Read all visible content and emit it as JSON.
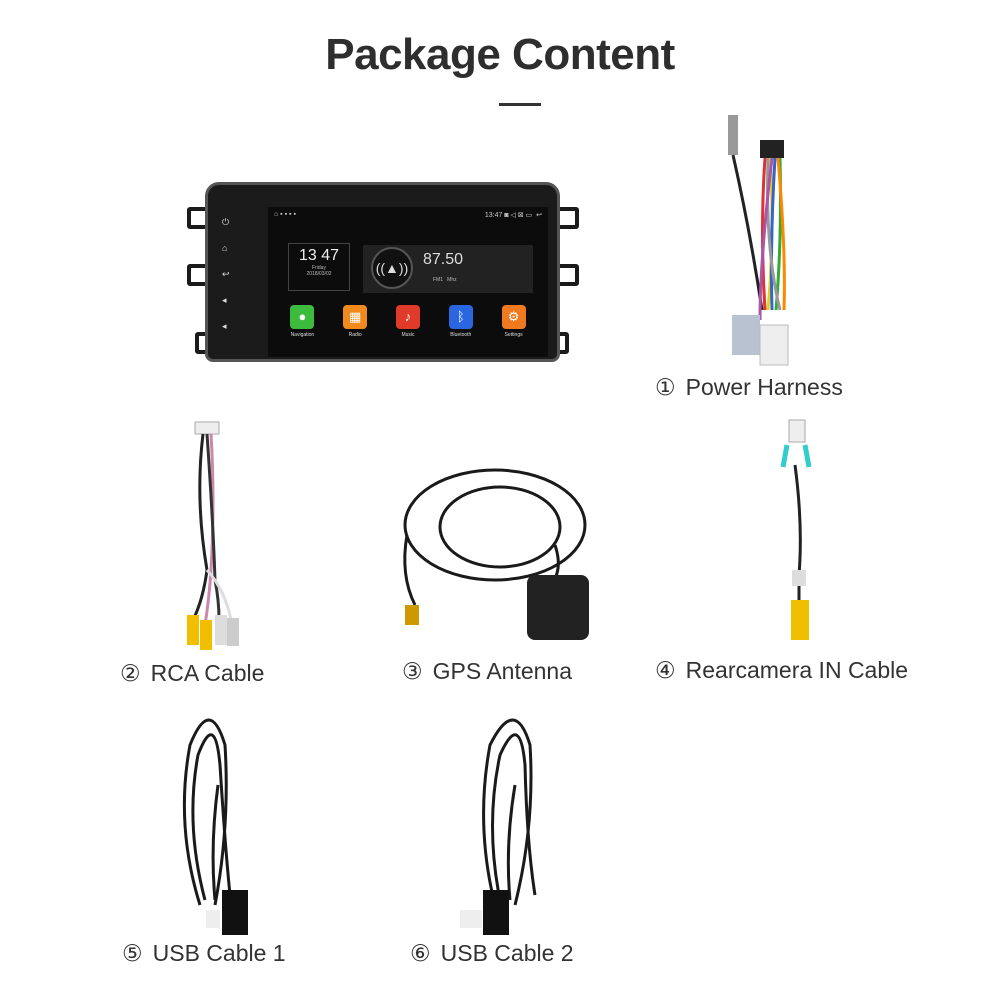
{
  "title": "Package Content",
  "head_unit": {
    "status_time": "13:47",
    "clock_time": "13 47",
    "clock_day": "Friday",
    "clock_date": "2018/03/02",
    "radio_frequency": "87.50",
    "radio_band": "FM1",
    "radio_unit": "Mhz",
    "apps": [
      {
        "label": "Navigation",
        "icon": "map-pin-icon",
        "color": "#3dbb3d"
      },
      {
        "label": "Radio",
        "icon": "radio-icon",
        "color": "#f08a1c"
      },
      {
        "label": "Music",
        "icon": "music-icon",
        "color": "#e03a2a"
      },
      {
        "label": "Bluetooth",
        "icon": "bluetooth-icon",
        "color": "#2a66e0"
      },
      {
        "label": "Settings",
        "icon": "gear-icon",
        "color": "#f07a20"
      }
    ]
  },
  "items": [
    {
      "num": "①",
      "label": "Power Harness"
    },
    {
      "num": "②",
      "label": "RCA Cable"
    },
    {
      "num": "③",
      "label": "GPS Antenna"
    },
    {
      "num": "④",
      "label": "Rearcamera IN Cable"
    },
    {
      "num": "⑤",
      "label": "USB Cable 1"
    },
    {
      "num": "⑥",
      "label": "USB Cable 2"
    }
  ]
}
